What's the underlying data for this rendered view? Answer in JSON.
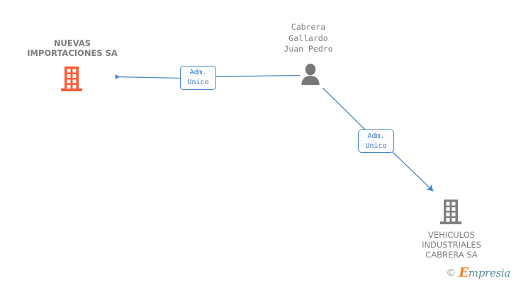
{
  "diagram": {
    "type": "corporate-relationship-graph",
    "background_color": "#ffffff",
    "nodes": [
      {
        "id": "nuevas-importaciones",
        "kind": "company",
        "label": "NUEVAS\nIMPORTACIONES SA",
        "icon": "building-icon",
        "icon_color": "#fa5b35",
        "label_color": "#7d7d7d",
        "bold": true
      },
      {
        "id": "cabrera-gallardo-juan-pedro",
        "kind": "person",
        "label": "Cabrera\nGallardo\nJuan Pedro",
        "icon": "person-icon",
        "icon_color": "#77777a",
        "label_color": "#808080",
        "bold": false
      },
      {
        "id": "vehiculos-industriales-cabrera",
        "kind": "company",
        "label": "VEHICULOS\nINDUSTRIALES\nCABRERA SA",
        "icon": "building-icon",
        "icon_color": "#808080",
        "label_color": "#808080",
        "bold": false
      }
    ],
    "edges": [
      {
        "id": "edge-person-to-nuevas",
        "from": "cabrera-gallardo-juan-pedro",
        "to": "nuevas-importaciones",
        "label": "Adm.\nUnico",
        "color": "#4a86c8",
        "arrow": "to"
      },
      {
        "id": "edge-person-to-vehiculos",
        "from": "cabrera-gallardo-juan-pedro",
        "to": "vehiculos-industriales-cabrera",
        "label": "Adm.\nUnico",
        "color": "#4a86c8",
        "arrow": "to"
      }
    ]
  },
  "watermark": {
    "copyright": "©",
    "brand_initial": "E",
    "brand_rest": "mpresia",
    "brand_full": "Empresia"
  },
  "colors": {
    "accent_orange": "#fa5b35",
    "edge_blue": "#4a86c8",
    "node_gray": "#808080",
    "box_text_blue": "#3d77be"
  }
}
